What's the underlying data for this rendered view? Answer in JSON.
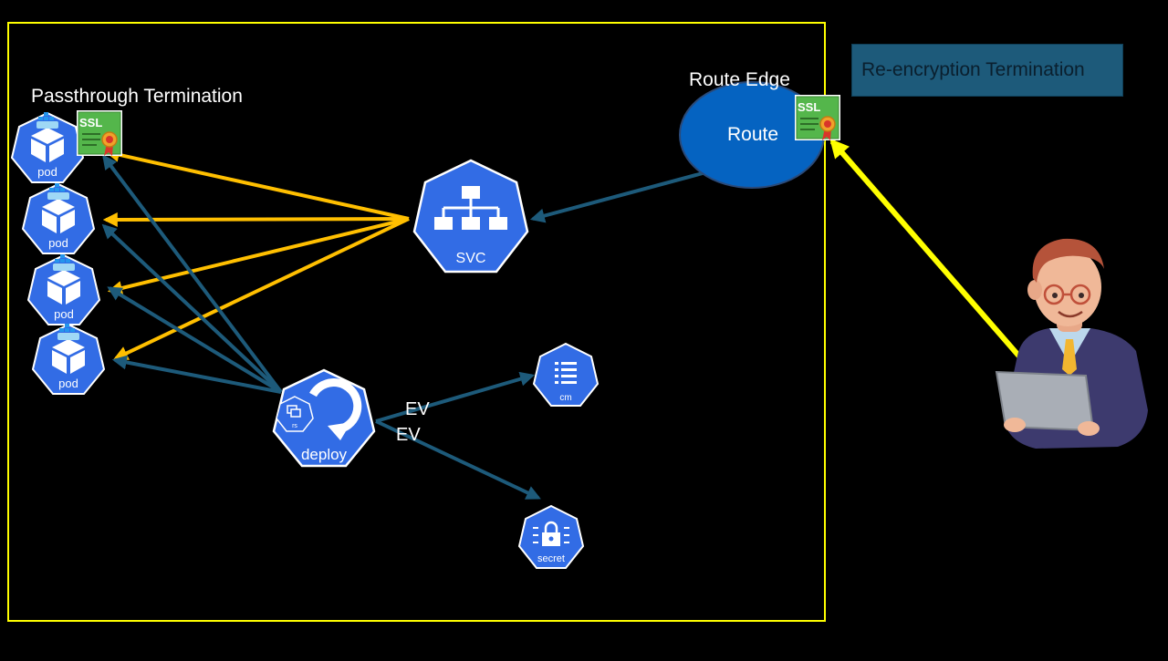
{
  "labels": {
    "passthrough": "Passthrough Termination",
    "route_edge": "Route Edge",
    "reencryption": "Re-encryption Termination",
    "ev1": "EV",
    "ev2": "EV"
  },
  "nodes": {
    "route": "Route",
    "svc": "SVC",
    "deploy": "deploy",
    "rs": "rs",
    "cm": "cm",
    "secret": "secret",
    "pods": [
      "pod",
      "pod",
      "pod",
      "pod"
    ],
    "ssl": "SSL"
  },
  "colors": {
    "frame": "#ffff00",
    "k8s_blue": "#326ce5",
    "route_blue": "#0563c1",
    "teal_arrow": "#1d5a7a",
    "orange_arrow": "#ffbf00",
    "yellow_arrow": "#ffff00",
    "ssl_green": "#54b64b"
  },
  "icons": [
    "k8s-pod-icon",
    "k8s-service-icon",
    "k8s-deployment-icon",
    "k8s-configmap-icon",
    "k8s-secret-icon",
    "ssl-certificate-icon",
    "developer-with-laptop-icon"
  ]
}
